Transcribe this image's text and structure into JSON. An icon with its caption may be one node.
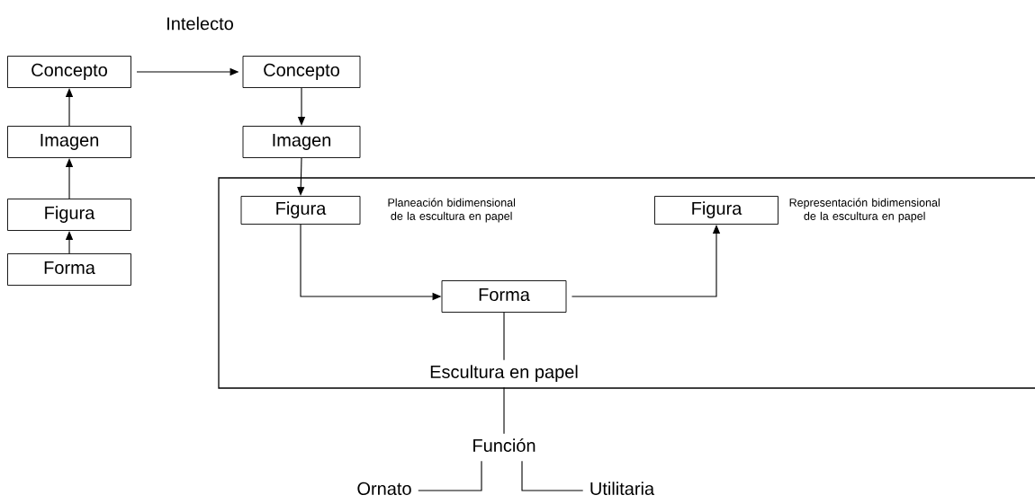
{
  "diagram": {
    "nodes": [
      {
        "text": [
          "Concepto"
        ]
      },
      {
        "text": [
          "Imagen"
        ]
      },
      {
        "text": [
          "Figura"
        ]
      },
      {
        "text": [
          "Forma"
        ]
      },
      {
        "text": [
          "Concepto"
        ]
      },
      {
        "text": [
          "Imagen"
        ]
      },
      {
        "text": [],
        "shape": "box"
      },
      {
        "text": [
          "Figura"
        ],
        "in": 6,
        "beside": [
          "Planeación bidimensional de la escultura en papel"
        ]
      },
      {
        "text": [
          "Forma"
        ],
        "in": 6
      },
      {
        "text": [
          "Figura"
        ],
        "in": 6,
        "beside": [
          "Representación bidimensional de la escultura en papel"
        ]
      },
      {
        "text": [
          "Escultura en papel"
        ],
        "in": 6
      },
      {
        "text": [
          "Función"
        ]
      },
      {
        "text": [
          "Ornato"
        ]
      },
      {
        "text": [
          "Utilitaria"
        ]
      }
    ],
    "edges": [
      {
        "from": 3,
        "to": 2,
        "arrow": "to"
      },
      {
        "from": 2,
        "to": 1,
        "arrow": "to"
      },
      {
        "from": 1,
        "to": 0,
        "arrow": "to"
      },
      {
        "from": 0,
        "to": 4,
        "arrow": "to"
      },
      {
        "from": 4,
        "to": 5,
        "arrow": "to"
      },
      {
        "from": 5,
        "to": 7,
        "arrow": "to"
      },
      {
        "from": 7,
        "to": 8,
        "arrow": "to"
      },
      {
        "from": 8,
        "to": 9,
        "arrow": "to"
      },
      {
        "from": 8,
        "to": 10,
        "arrow": "none"
      },
      {
        "from": 10,
        "to": 11,
        "arrow": "none"
      },
      {
        "from": 11,
        "to": 12,
        "arrow": "none"
      },
      {
        "from": 11,
        "to": 13,
        "arrow": "none"
      }
    ],
    "labels": [
      "Intelecto"
    ]
  }
}
